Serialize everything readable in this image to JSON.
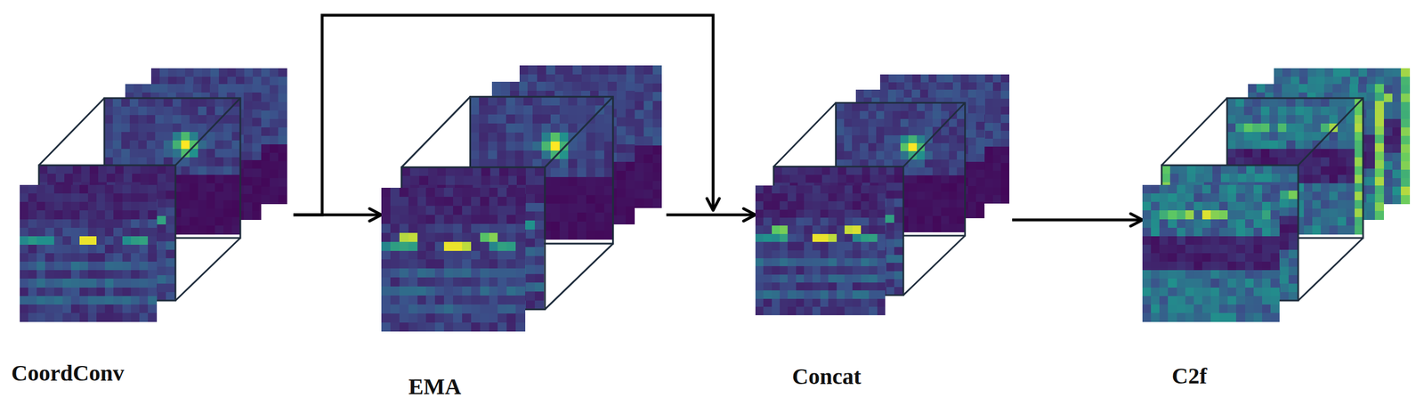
{
  "diagram": {
    "nodes": [
      {
        "text": [
          "CoordConv"
        ]
      },
      {
        "text": [
          "EMA"
        ]
      },
      {
        "text": [
          "Concat"
        ]
      },
      {
        "text": [
          "C2f"
        ]
      }
    ],
    "edges": [
      {
        "from": 0,
        "to": 1,
        "arrow": "to"
      },
      {
        "from": 0,
        "to": 2,
        "arrow": "to"
      },
      {
        "from": 1,
        "to": 2,
        "arrow": "to"
      },
      {
        "from": 2,
        "to": 3,
        "arrow": "to"
      }
    ]
  }
}
